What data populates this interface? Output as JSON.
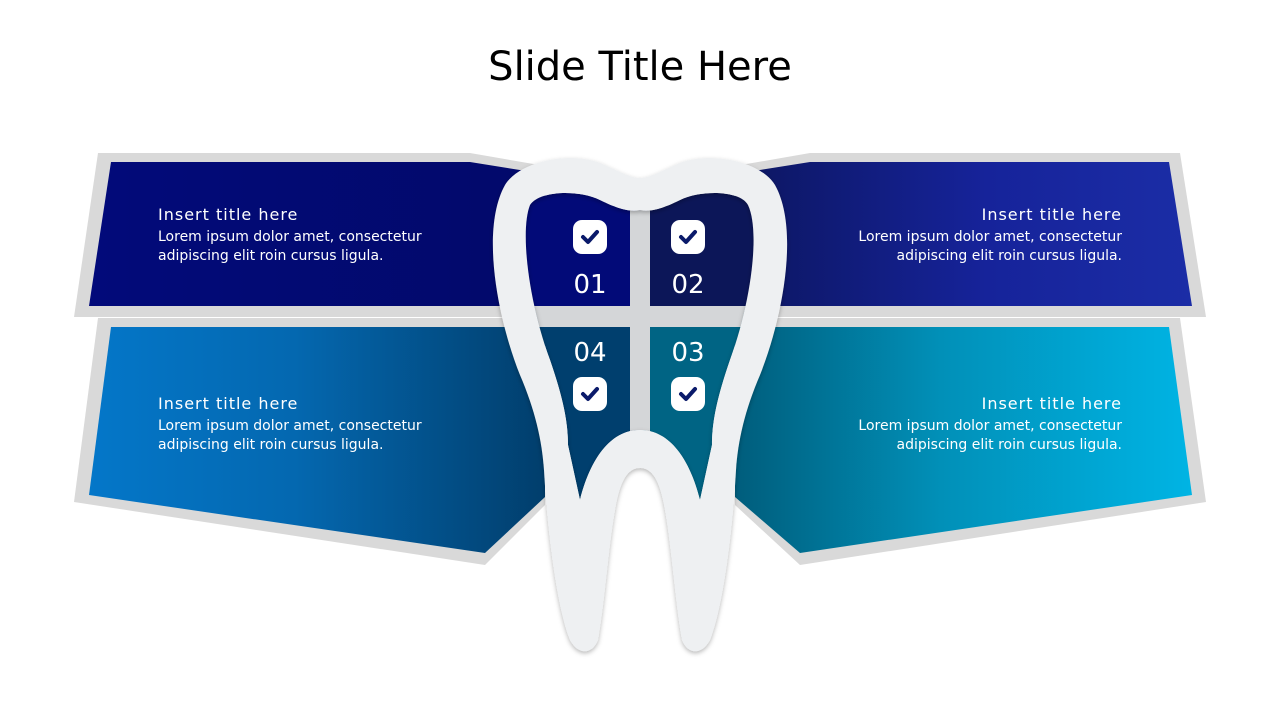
{
  "slide": {
    "title": "Slide Title Here"
  },
  "panels": [
    {
      "id": "01",
      "position": "top-left",
      "title": "Insert title here",
      "body_line1": "Lorem ipsum dolor amet, consectetur",
      "body_line2": "adipiscing elit roin cursus ligula.",
      "color_start": "#020a78",
      "color_end": "#030a6b",
      "icon": "check-icon"
    },
    {
      "id": "02",
      "position": "top-right",
      "title": "Insert title here",
      "body_line1": "Lorem ipsum dolor amet, consectetur",
      "body_line2": "adipiscing elit roin cursus ligula.",
      "color_start": "#0d1760",
      "color_end": "#1a2ca3",
      "icon": "check-icon"
    },
    {
      "id": "03",
      "position": "bottom-right",
      "title": "Insert title here",
      "body_line1": "Lorem ipsum dolor amet, consectetur",
      "body_line2": "adipiscing elit roin cursus ligula.",
      "color_start": "#006080",
      "color_end": "#00b2e3",
      "icon": "check-icon"
    },
    {
      "id": "04",
      "position": "bottom-left",
      "title": "Insert title here",
      "body_line1": "Lorem ipsum dolor amet, consectetur",
      "body_line2": "adipiscing elit roin cursus ligula.",
      "color_start": "#0474c6",
      "color_end": "#00406f",
      "icon": "check-icon"
    }
  ],
  "colors": {
    "frame_gray": "#d9d9d9",
    "tooth_white": "#eef0f2",
    "divider_gray": "#d4d6d8",
    "check_mark": "#0a1a6a"
  }
}
